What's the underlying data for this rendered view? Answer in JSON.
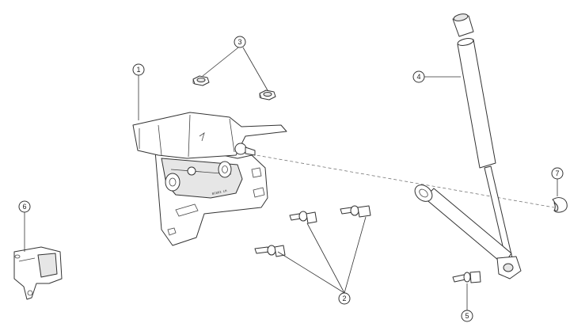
{
  "callouts": [
    {
      "id": "c1",
      "label": "1"
    },
    {
      "id": "c2",
      "label": "2"
    },
    {
      "id": "c3",
      "label": "3"
    },
    {
      "id": "c4",
      "label": "4"
    },
    {
      "id": "c5",
      "label": "5"
    },
    {
      "id": "c6",
      "label": "6"
    },
    {
      "id": "c7",
      "label": "7"
    }
  ],
  "hinge_stamp": "8C863 LH",
  "colors": {
    "line": "#333333",
    "shade": "#e6e6e6",
    "background": "#ffffff"
  }
}
